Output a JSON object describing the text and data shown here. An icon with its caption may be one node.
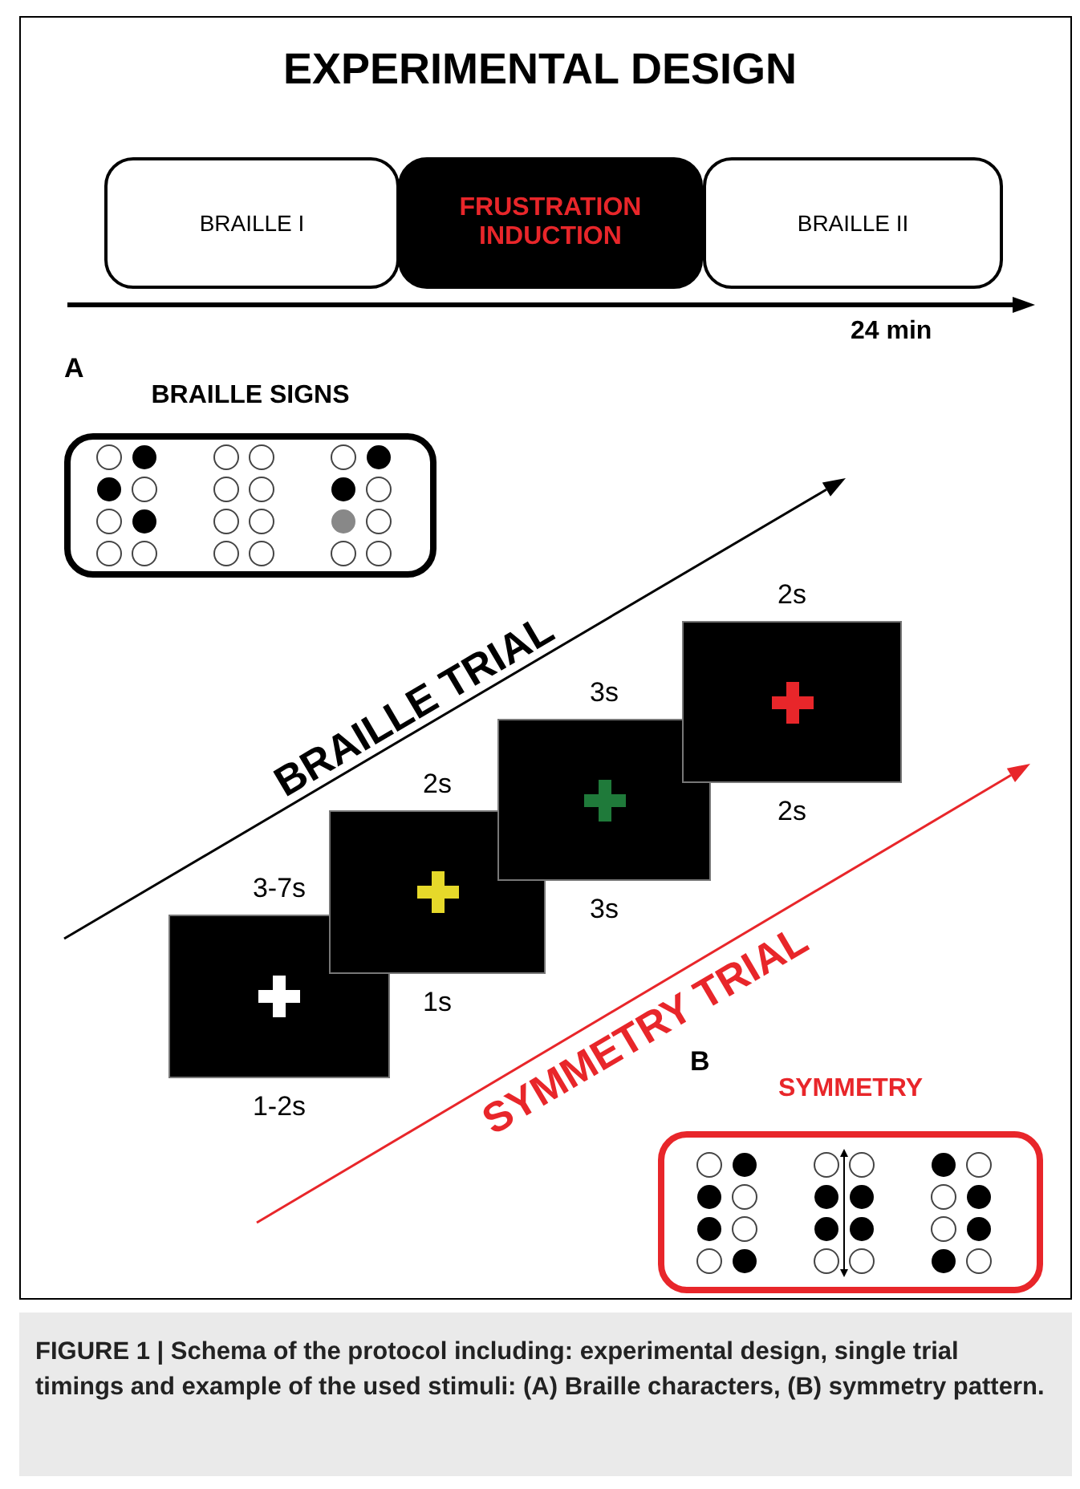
{
  "diagram": {
    "title": "EXPERIMENTAL DESIGN",
    "caption": "FIGURE 1 | Schema of the protocol including: experimental design, single trial timings and example of the used stimuli: (A) Braille characters, (B) symmetry pattern.",
    "nodes": [
      {
        "text": [
          "BRAILLE I"
        ]
      },
      {
        "text": [
          "FRUSTRATION INDUCTION"
        ]
      },
      {
        "text": [
          "BRAILLE II"
        ]
      },
      {
        "text": [
          "BRAILLE SIGNS"
        ]
      },
      {
        "text": [],
        "shape": "box",
        "beside": [
          "3-7s",
          "1-2s"
        ]
      },
      {
        "text": [],
        "shape": "box",
        "beside": [
          "2s",
          "1s"
        ]
      },
      {
        "text": [],
        "shape": "box",
        "beside": [
          "3s",
          "3s"
        ]
      },
      {
        "text": [],
        "shape": "box",
        "beside": [
          "2s",
          "2s"
        ]
      },
      {
        "text": [
          "SYMMETRY"
        ]
      }
    ],
    "edges": [],
    "labels": [
      "24 min",
      "A",
      "BRAILLE TRIAL",
      "B",
      "SYMMETRY TRIAL"
    ]
  }
}
